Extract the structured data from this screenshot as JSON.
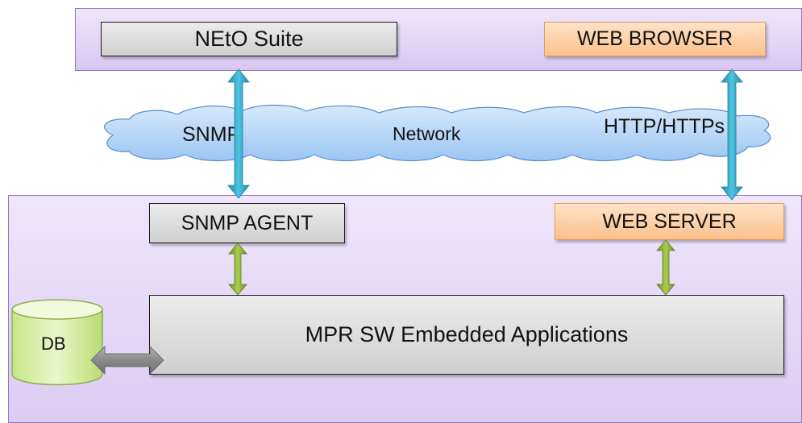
{
  "top_layer": {
    "neto_suite": "NEtO Suite",
    "web_browser": "WEB BROWSER"
  },
  "network": {
    "snmp_label": "SNMP",
    "network_label": "Network",
    "http_label": "HTTP/HTTPs"
  },
  "bottom_layer": {
    "snmp_agent": "SNMP AGENT",
    "web_server": "WEB SERVER",
    "applications": "MPR SW Embedded Applications",
    "db": "DB"
  },
  "colors": {
    "band_purple": "#dccbf3",
    "gray_box": "#d9d9d9",
    "orange_box": "#fbc08c",
    "cloud_blue": "#a9cdf5",
    "teal_arrow": "#31a9c7",
    "green_arrow": "#8fb23a",
    "gray_arrow": "#8c8c8c",
    "db_green": "#daf0a8"
  }
}
